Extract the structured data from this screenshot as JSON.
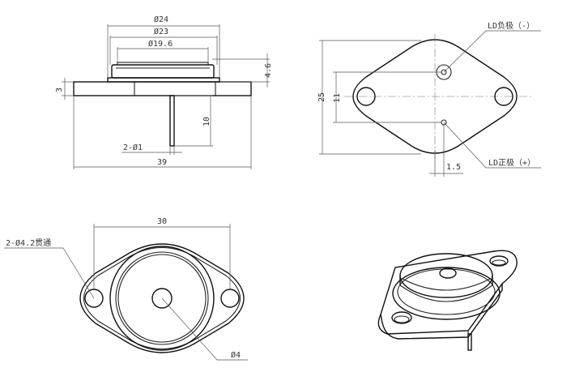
{
  "side_view": {
    "dia_24": "Ø24",
    "dia_23": "Ø23",
    "dia_19_6": "Ø19.6",
    "height_4_6": "4.6",
    "flange_3": "3",
    "pin_length_10": "10",
    "pin_dia": "2-Ø1",
    "overall_39": "39"
  },
  "front_view": {
    "ld_negative": "LD负极（-）",
    "ld_positive": "LD正极（+）",
    "height_25": "25",
    "pin_spacing_11": "11",
    "offset_1_5": "1.5"
  },
  "bottom_view": {
    "hole_spacing_30": "30",
    "through_holes": "2-Ø4.2贯通",
    "center_dia_4": "Ø4"
  },
  "iso_view": {}
}
